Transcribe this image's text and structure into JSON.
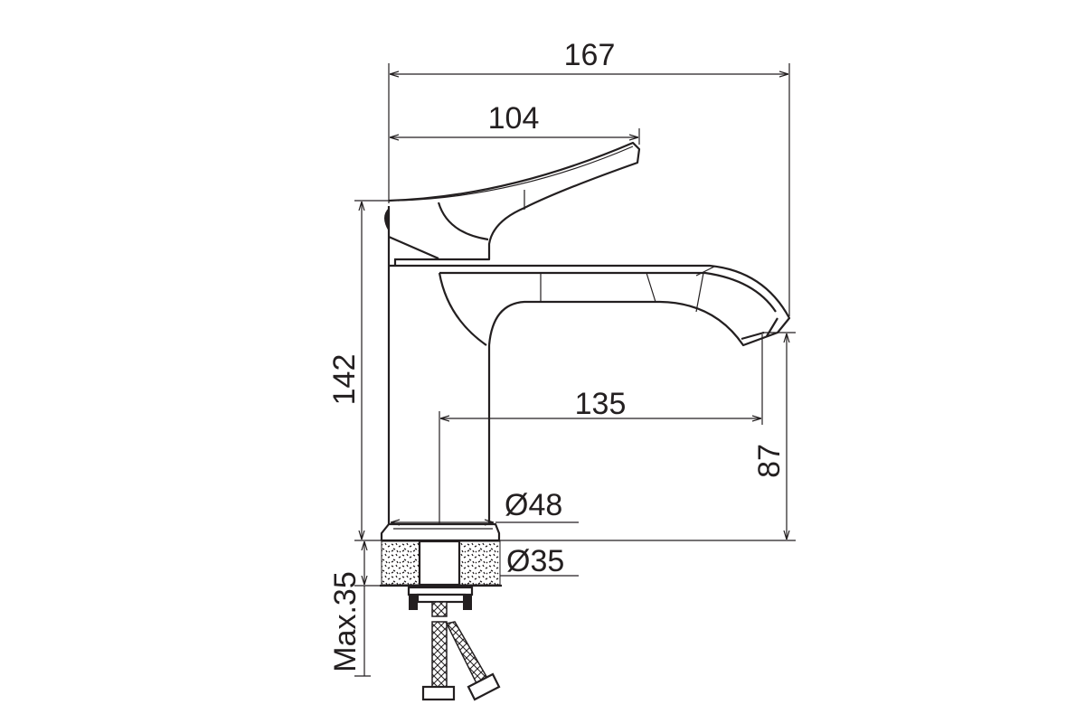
{
  "title": "Basin mixer faucet dimension drawing",
  "dimensions": {
    "overall_length": "167",
    "handle_length": "104",
    "overall_height": "142",
    "spout_reach": "135",
    "spout_height": "87",
    "base_diameter": "Ø48",
    "hole_diameter": "Ø35",
    "max_counter_thickness": "Max.35"
  },
  "colors": {
    "line": "#231f20",
    "background": "#ffffff"
  }
}
